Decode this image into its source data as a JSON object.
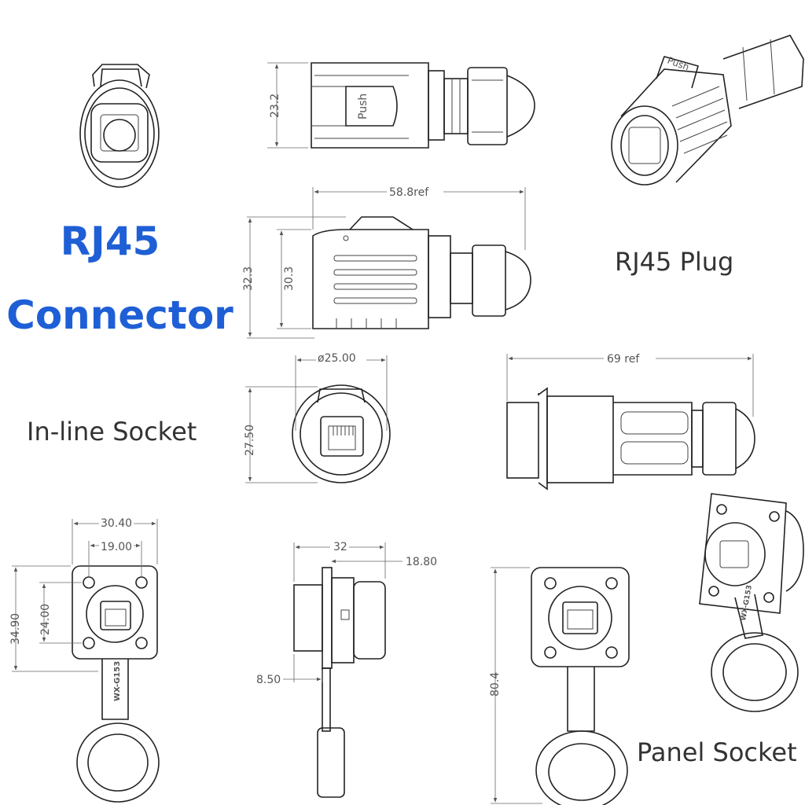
{
  "title": {
    "line1": "RJ45",
    "line2": "Connector"
  },
  "captions": {
    "plug": "RJ45 Plug",
    "inline_socket": "In-line Socket",
    "panel_socket": "Panel Socket"
  },
  "dimensions": {
    "plug_top_height": "23.2",
    "plug_length": "58.8ref",
    "plug_outer_height": "32.3",
    "plug_inner_height": "30.3",
    "inline_diameter": "ø25.00",
    "inline_height": "27.50",
    "inline_length": "69  ref",
    "panel_width": "30.40",
    "panel_hole_spacing_x": "19.00",
    "panel_height": "34.90",
    "panel_hole_spacing_y": "24.00",
    "panel_side_length": "32",
    "panel_side_body": "18.80",
    "panel_side_flange": "8.50",
    "panel_total_length": "80.4"
  },
  "labels": {
    "push": "Push",
    "model": "WX-G153"
  },
  "colors": {
    "title": "#1f5fd6",
    "line": "#222222"
  }
}
